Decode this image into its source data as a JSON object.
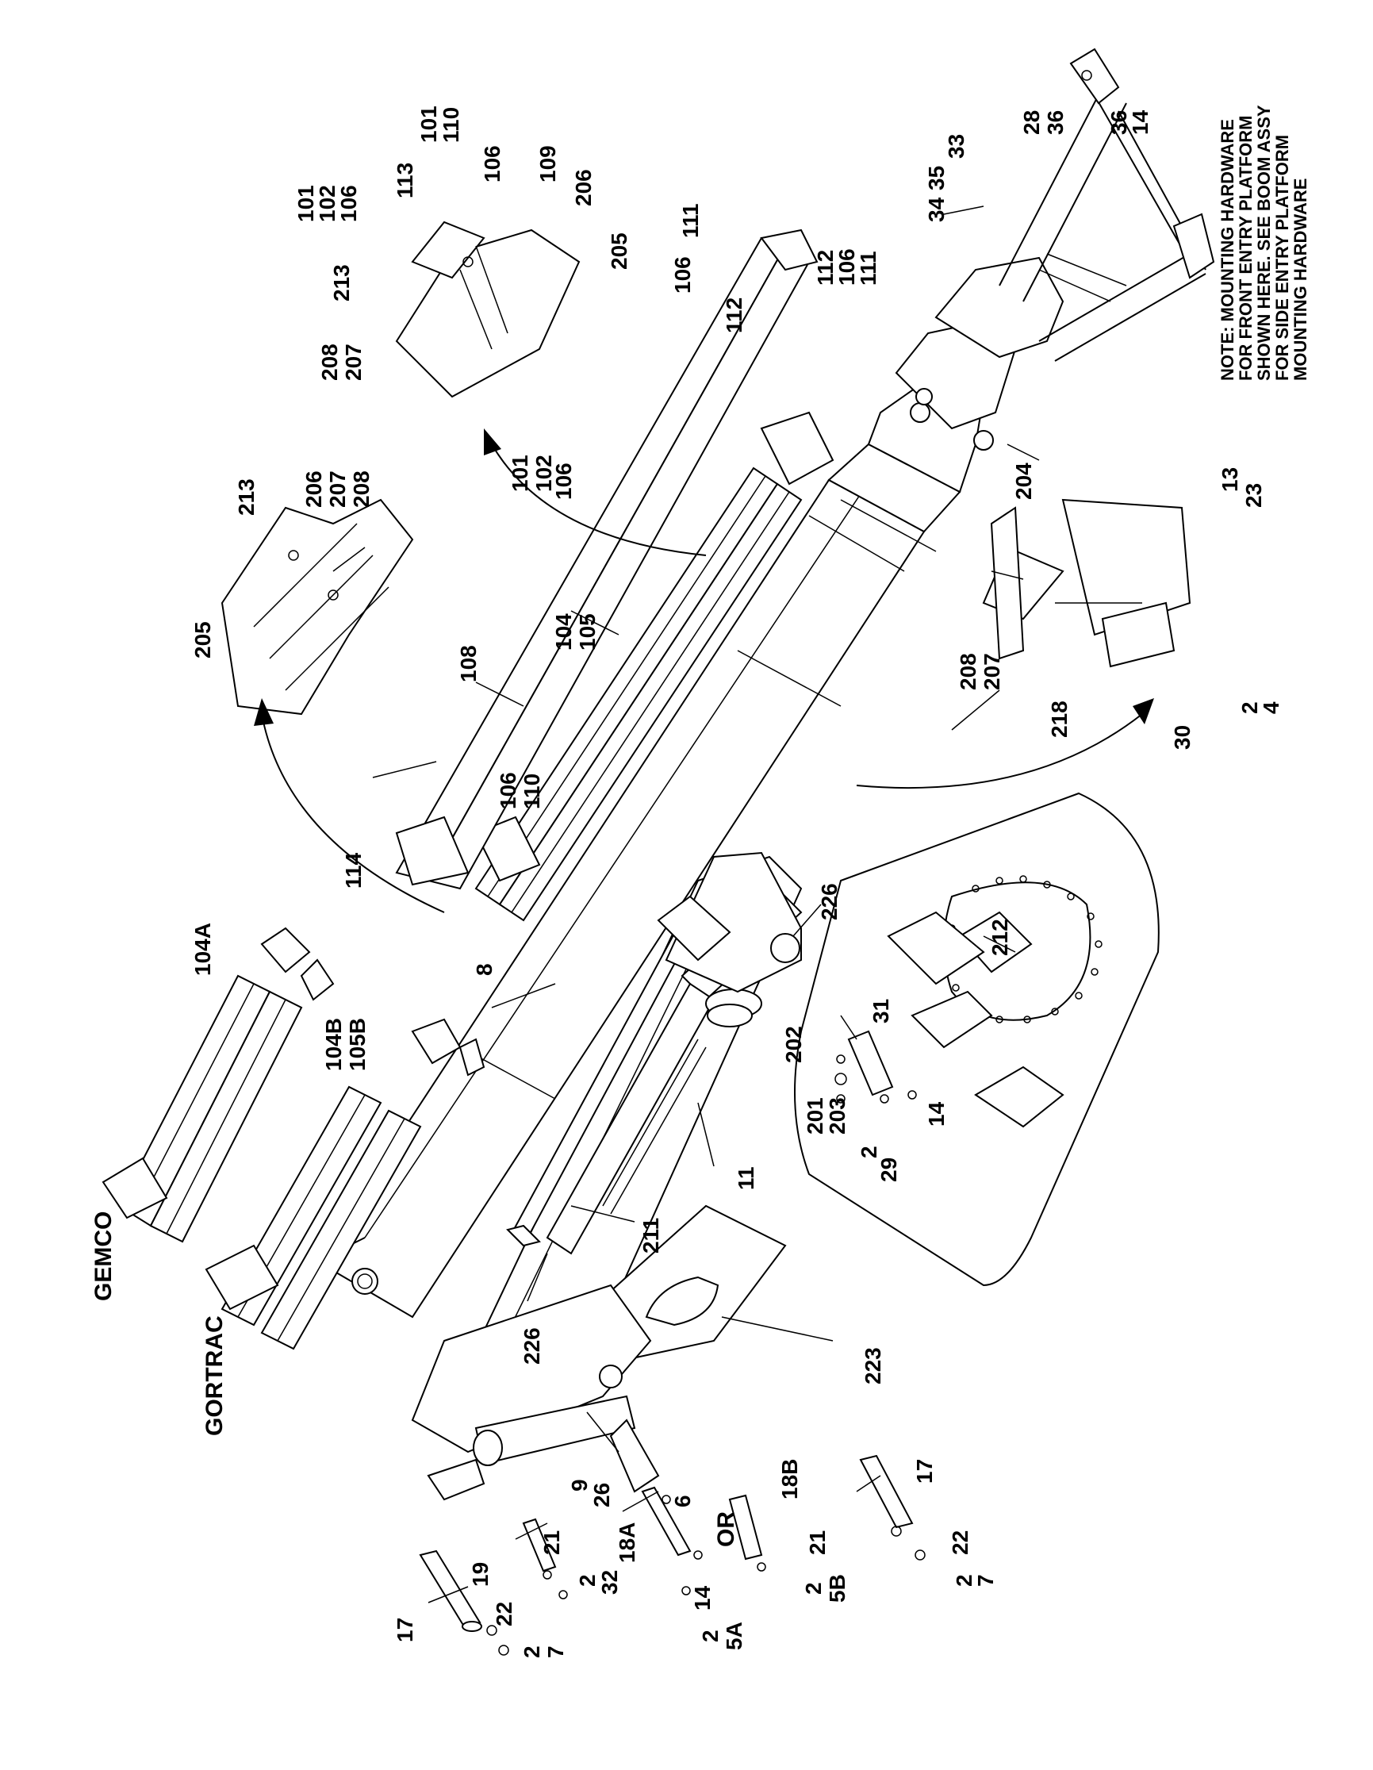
{
  "note": [
    "NOTE: MOUNTING HARDWARE",
    "FOR FRONT ENTRY PLATFORM",
    "SHOWN HERE.  SEE BOOM ASSY",
    "FOR SIDE ENTRY PLATFORM",
    "MOUNTING HARDWARE"
  ],
  "chain_labels": {
    "gemco": "GEMCO",
    "gortrac": "GORTRAC",
    "or": "OR"
  },
  "callouts": {
    "c2a": "2",
    "c7a": "7",
    "c17a": "17",
    "c22a": "22",
    "c19": "19",
    "c21a": "21",
    "c2b": "2",
    "c32": "32",
    "c18a": "18A",
    "c14a": "14",
    "c2c": "2",
    "c5a": "5A",
    "c18b": "18B",
    "c21b": "21",
    "c2d": "2",
    "c5b": "5B",
    "c17b": "17",
    "c22b": "22",
    "c2e": "2",
    "c7b": "7",
    "c9": "9",
    "c26": "26",
    "c6": "6",
    "c226a": "226",
    "c223": "223",
    "c211": "211",
    "c11": "11",
    "c2f": "2",
    "c29": "29",
    "c201": "201",
    "c203": "203",
    "c202": "202",
    "c31": "31",
    "c14b": "14",
    "c212": "212",
    "c226b": "226",
    "c8": "8",
    "c104a": "104A",
    "c104b": "104B",
    "c105b": "105B",
    "c114": "114",
    "c106a": "106",
    "c110a": "110",
    "c108": "108",
    "c104": "104",
    "c105": "105",
    "c205a": "205",
    "c213a": "213",
    "c206a": "206",
    "c207a": "207",
    "c208a": "208",
    "c101a": "101",
    "c102a": "102",
    "c106b": "106",
    "c208b": "208",
    "c207b": "207",
    "c101b": "101",
    "c102b": "102",
    "c106c": "106",
    "c113": "113",
    "c213b": "213",
    "c101c": "101",
    "c110b": "110",
    "c106d": "106",
    "c109": "109",
    "c206b": "206",
    "c205b": "205",
    "c111a": "111",
    "c106e": "106",
    "c112a": "112",
    "c112b": "112",
    "c106f": "106",
    "c111b": "111",
    "c34": "34",
    "c35": "35",
    "c33": "33",
    "c28": "28",
    "c36a": "36",
    "c36b": "36",
    "c14c": "14",
    "c204": "204",
    "c13": "13",
    "c23": "23",
    "c208c": "208",
    "c207c": "207",
    "c218": "218",
    "c2g": "2",
    "c4": "4",
    "c30": "30"
  }
}
